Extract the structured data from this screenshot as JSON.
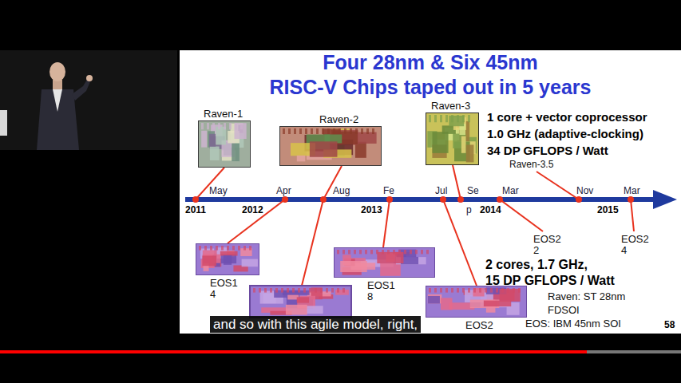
{
  "diagram": {
    "title": "Four 28nm & Six 45nm RISC-V Chips taped out in 5 years",
    "nodes": [
      {
        "text": [
          "Raven-1"
        ]
      },
      {
        "text": [
          "Raven-2"
        ]
      },
      {
        "text": [
          "Raven-3"
        ]
      },
      {
        "text": [
          "EOS1 4"
        ]
      },
      {
        "text": [
          "EOS1 8"
        ]
      },
      {
        "text": [
          "EOS2"
        ]
      }
    ],
    "labels": [
      "May",
      "Apr",
      "Aug",
      "Fe",
      "Jul",
      "Se",
      "Mar",
      "Nov",
      "Mar",
      "2011",
      "2012",
      "2013",
      "p",
      "2014",
      "2015",
      "1 core + vector coprocessor",
      "1.0 GHz (adaptive-clocking)",
      "34 DP GFLOPS / Watt",
      "Raven-3.5",
      "EOS2 2",
      "EOS2 4",
      "2 cores, 1.7 GHz,",
      "15 DP GFLOPS / Watt",
      "Raven: ST 28nm",
      "FDSOI",
      "EOS: IBM 45nm SOI",
      "58",
      "and so with this agile model, right,"
    ]
  }
}
